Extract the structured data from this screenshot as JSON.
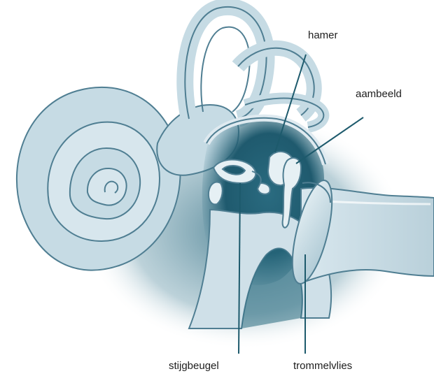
{
  "labels": {
    "hamer": "hamer",
    "aambeeld": "aambeeld",
    "stijgbeugel": "stijgbeugel",
    "trommelvlies": "trommelvlies"
  },
  "colors": {
    "outline": "#4f7e92",
    "structure_fill": "#cfe0e8",
    "structure_light": "#e6f0f4",
    "cavity_dark": "#1f5a6e",
    "cavity_mid": "#4f8498",
    "leader": "#1d5a6c",
    "text": "#1d1d1d"
  }
}
